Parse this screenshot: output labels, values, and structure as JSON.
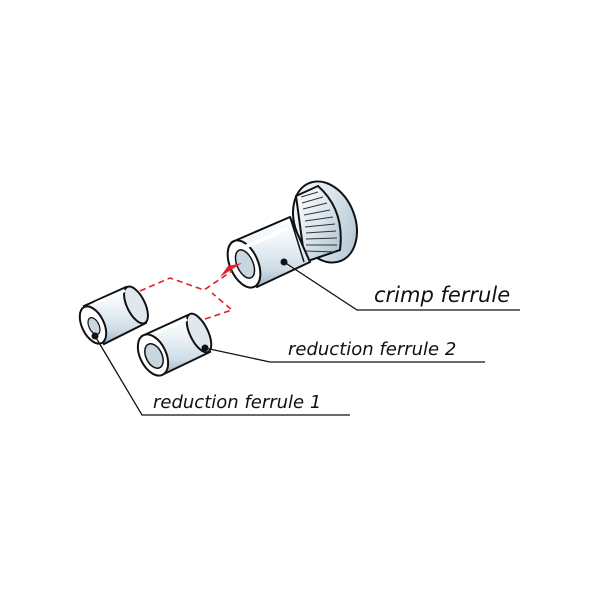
{
  "labels": {
    "crimp_ferrule": "crimp ferrule",
    "reduction_ferrule_2": "reduction ferrule 2",
    "reduction_ferrule_1": "reduction ferrule 1"
  },
  "colors": {
    "line": "#111111",
    "metal_light": "#eef4f8",
    "metal_mid": "#cfdde7",
    "metal_dark": "#9fb4c3",
    "dash": "#e0202a"
  }
}
